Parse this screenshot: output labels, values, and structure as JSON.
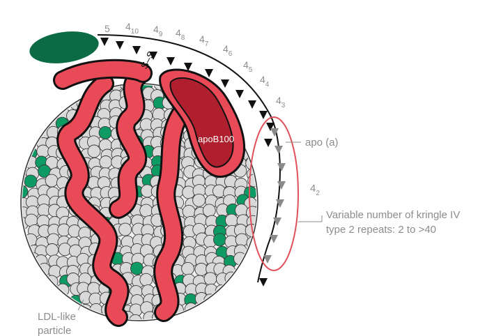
{
  "labels": {
    "apo_a": "apo (a)",
    "apob100": "apoB100",
    "kringle_4_2": "4",
    "kringle_4_2_sub": "2",
    "variable_line1": "Variable number of kringle IV",
    "variable_line2": "type 2 repeats: 2 to >40",
    "ldl_line1": "LDL-like",
    "ldl_line2": "particle",
    "disulfide": "S–S"
  },
  "kringles": [
    {
      "main": "5",
      "sub": ""
    },
    {
      "main": "4",
      "sub": "10"
    },
    {
      "main": "4",
      "sub": "9"
    },
    {
      "main": "4",
      "sub": "8"
    },
    {
      "main": "4",
      "sub": "7"
    },
    {
      "main": "4",
      "sub": "6"
    },
    {
      "main": "4",
      "sub": "5"
    },
    {
      "main": "4",
      "sub": "4"
    },
    {
      "main": "4",
      "sub": "3"
    }
  ],
  "colors": {
    "lipid": "#d9d9d9",
    "lipid_outline": "#3a3a3a",
    "green_dot": "#0e9a63",
    "protein_band": "#e84a57",
    "apob_core": "#b01f2e",
    "protease_domain": "#0b6b45",
    "highlight": "#e0505a",
    "label_grey": "#8c8c8c",
    "kringle_black": "#111111",
    "kringle_grey": "#8a8a8a"
  }
}
